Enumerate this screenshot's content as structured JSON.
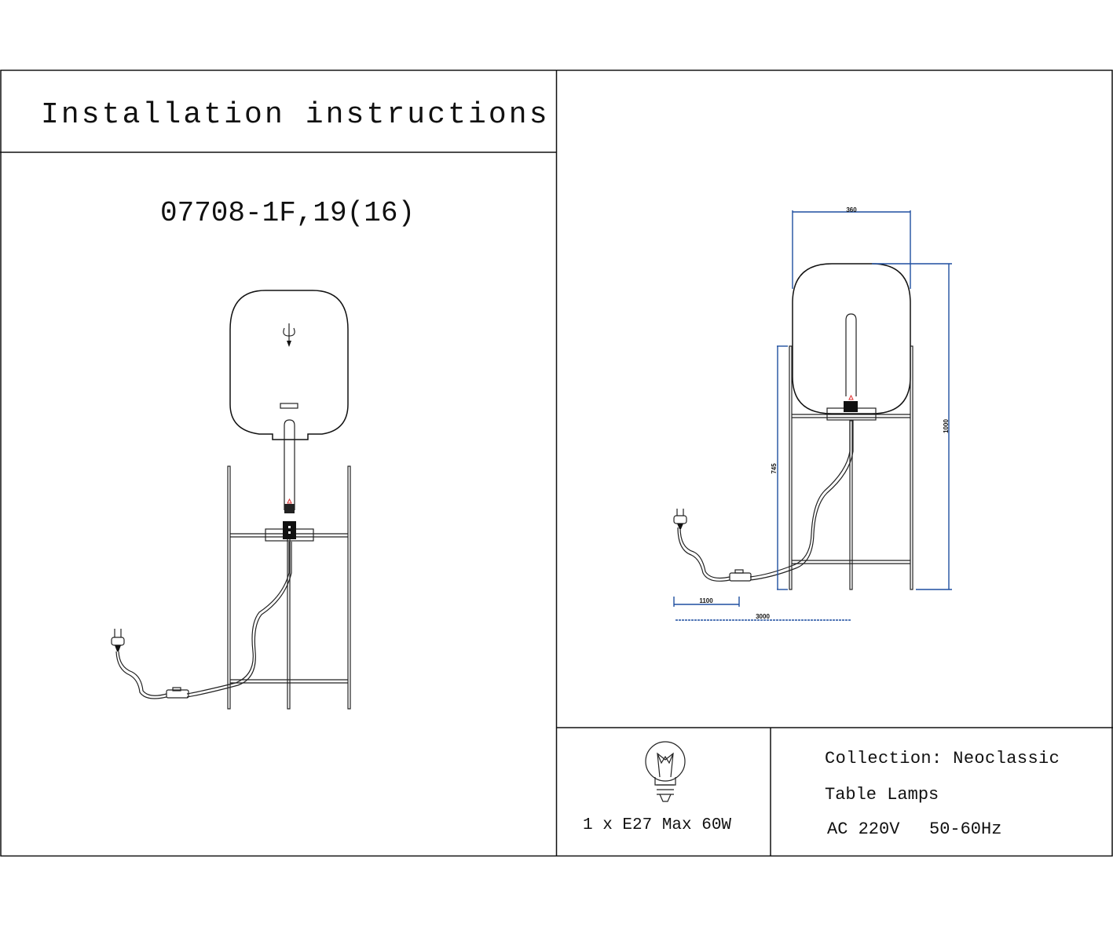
{
  "header": {
    "title": "Installation instructions"
  },
  "model": {
    "code": "07708-1F,19(16)"
  },
  "dimensions": {
    "width": "360",
    "total_height": "1000",
    "frame_height": "745",
    "switch_cord": "1100",
    "cord_length": "3000"
  },
  "bulb": {
    "icon": "light-bulb-icon",
    "spec": "1 x E27 Max 60W"
  },
  "specs": {
    "collection": "Collection: Neoclassic",
    "type": "Table Lamps",
    "voltage": "AC 220V",
    "frequency": "50-60Hz"
  },
  "colors": {
    "dimension_line": "#1f4fa0",
    "ink": "#111111",
    "warning_mark": "#e03030"
  }
}
